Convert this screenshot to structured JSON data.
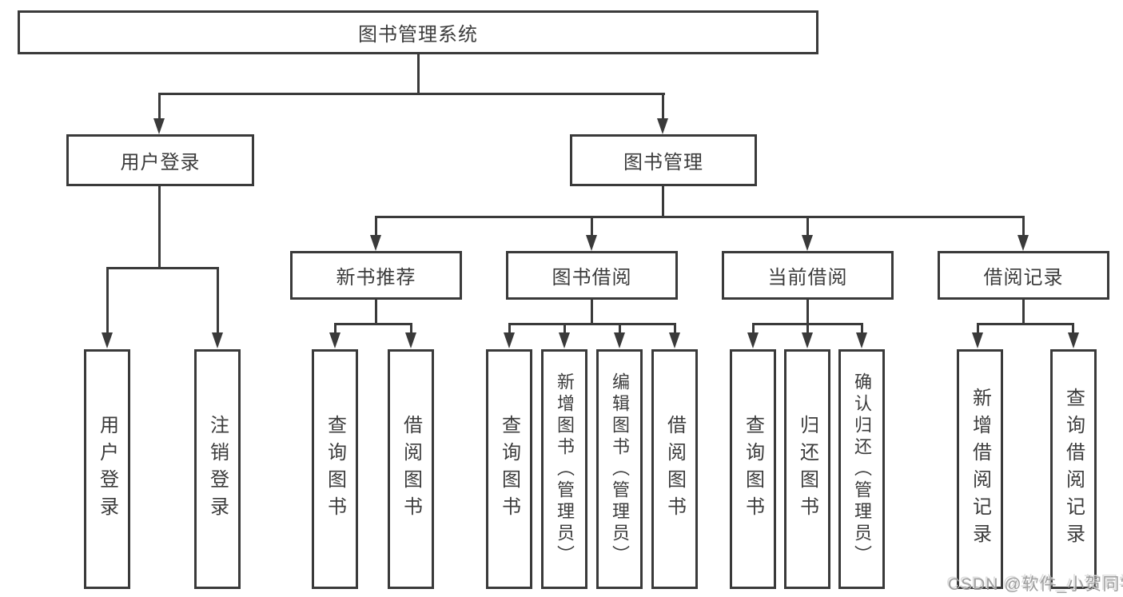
{
  "tree": {
    "label": "图书管理系统",
    "children": [
      {
        "label": "用户登录",
        "children": [
          {
            "label": "用户登录"
          },
          {
            "label": "注销登录"
          }
        ]
      },
      {
        "label": "图书管理",
        "children": [
          {
            "label": "新书推荐",
            "children": [
              {
                "label": "查询图书"
              },
              {
                "label": "借阅图书"
              }
            ]
          },
          {
            "label": "图书借阅",
            "children": [
              {
                "label": "查询图书"
              },
              {
                "label": "新增图书（管理员）"
              },
              {
                "label": "编辑图书（管理员）"
              },
              {
                "label": "借阅图书"
              }
            ]
          },
          {
            "label": "当前借阅",
            "children": [
              {
                "label": "查询图书"
              },
              {
                "label": "归还图书"
              },
              {
                "label": "确认归还（管理员）"
              }
            ]
          },
          {
            "label": "借阅记录",
            "children": [
              {
                "label": "新增借阅记录"
              },
              {
                "label": "查询借阅记录"
              }
            ]
          }
        ]
      }
    ]
  },
  "watermark": "CSDN @软件_小贺同学",
  "colors": {
    "line": "#3a3a3a",
    "text": "#3c3c3c",
    "box_background": "#ffffff",
    "page_background": "#ffffff",
    "watermark": "#9e9e9e"
  }
}
